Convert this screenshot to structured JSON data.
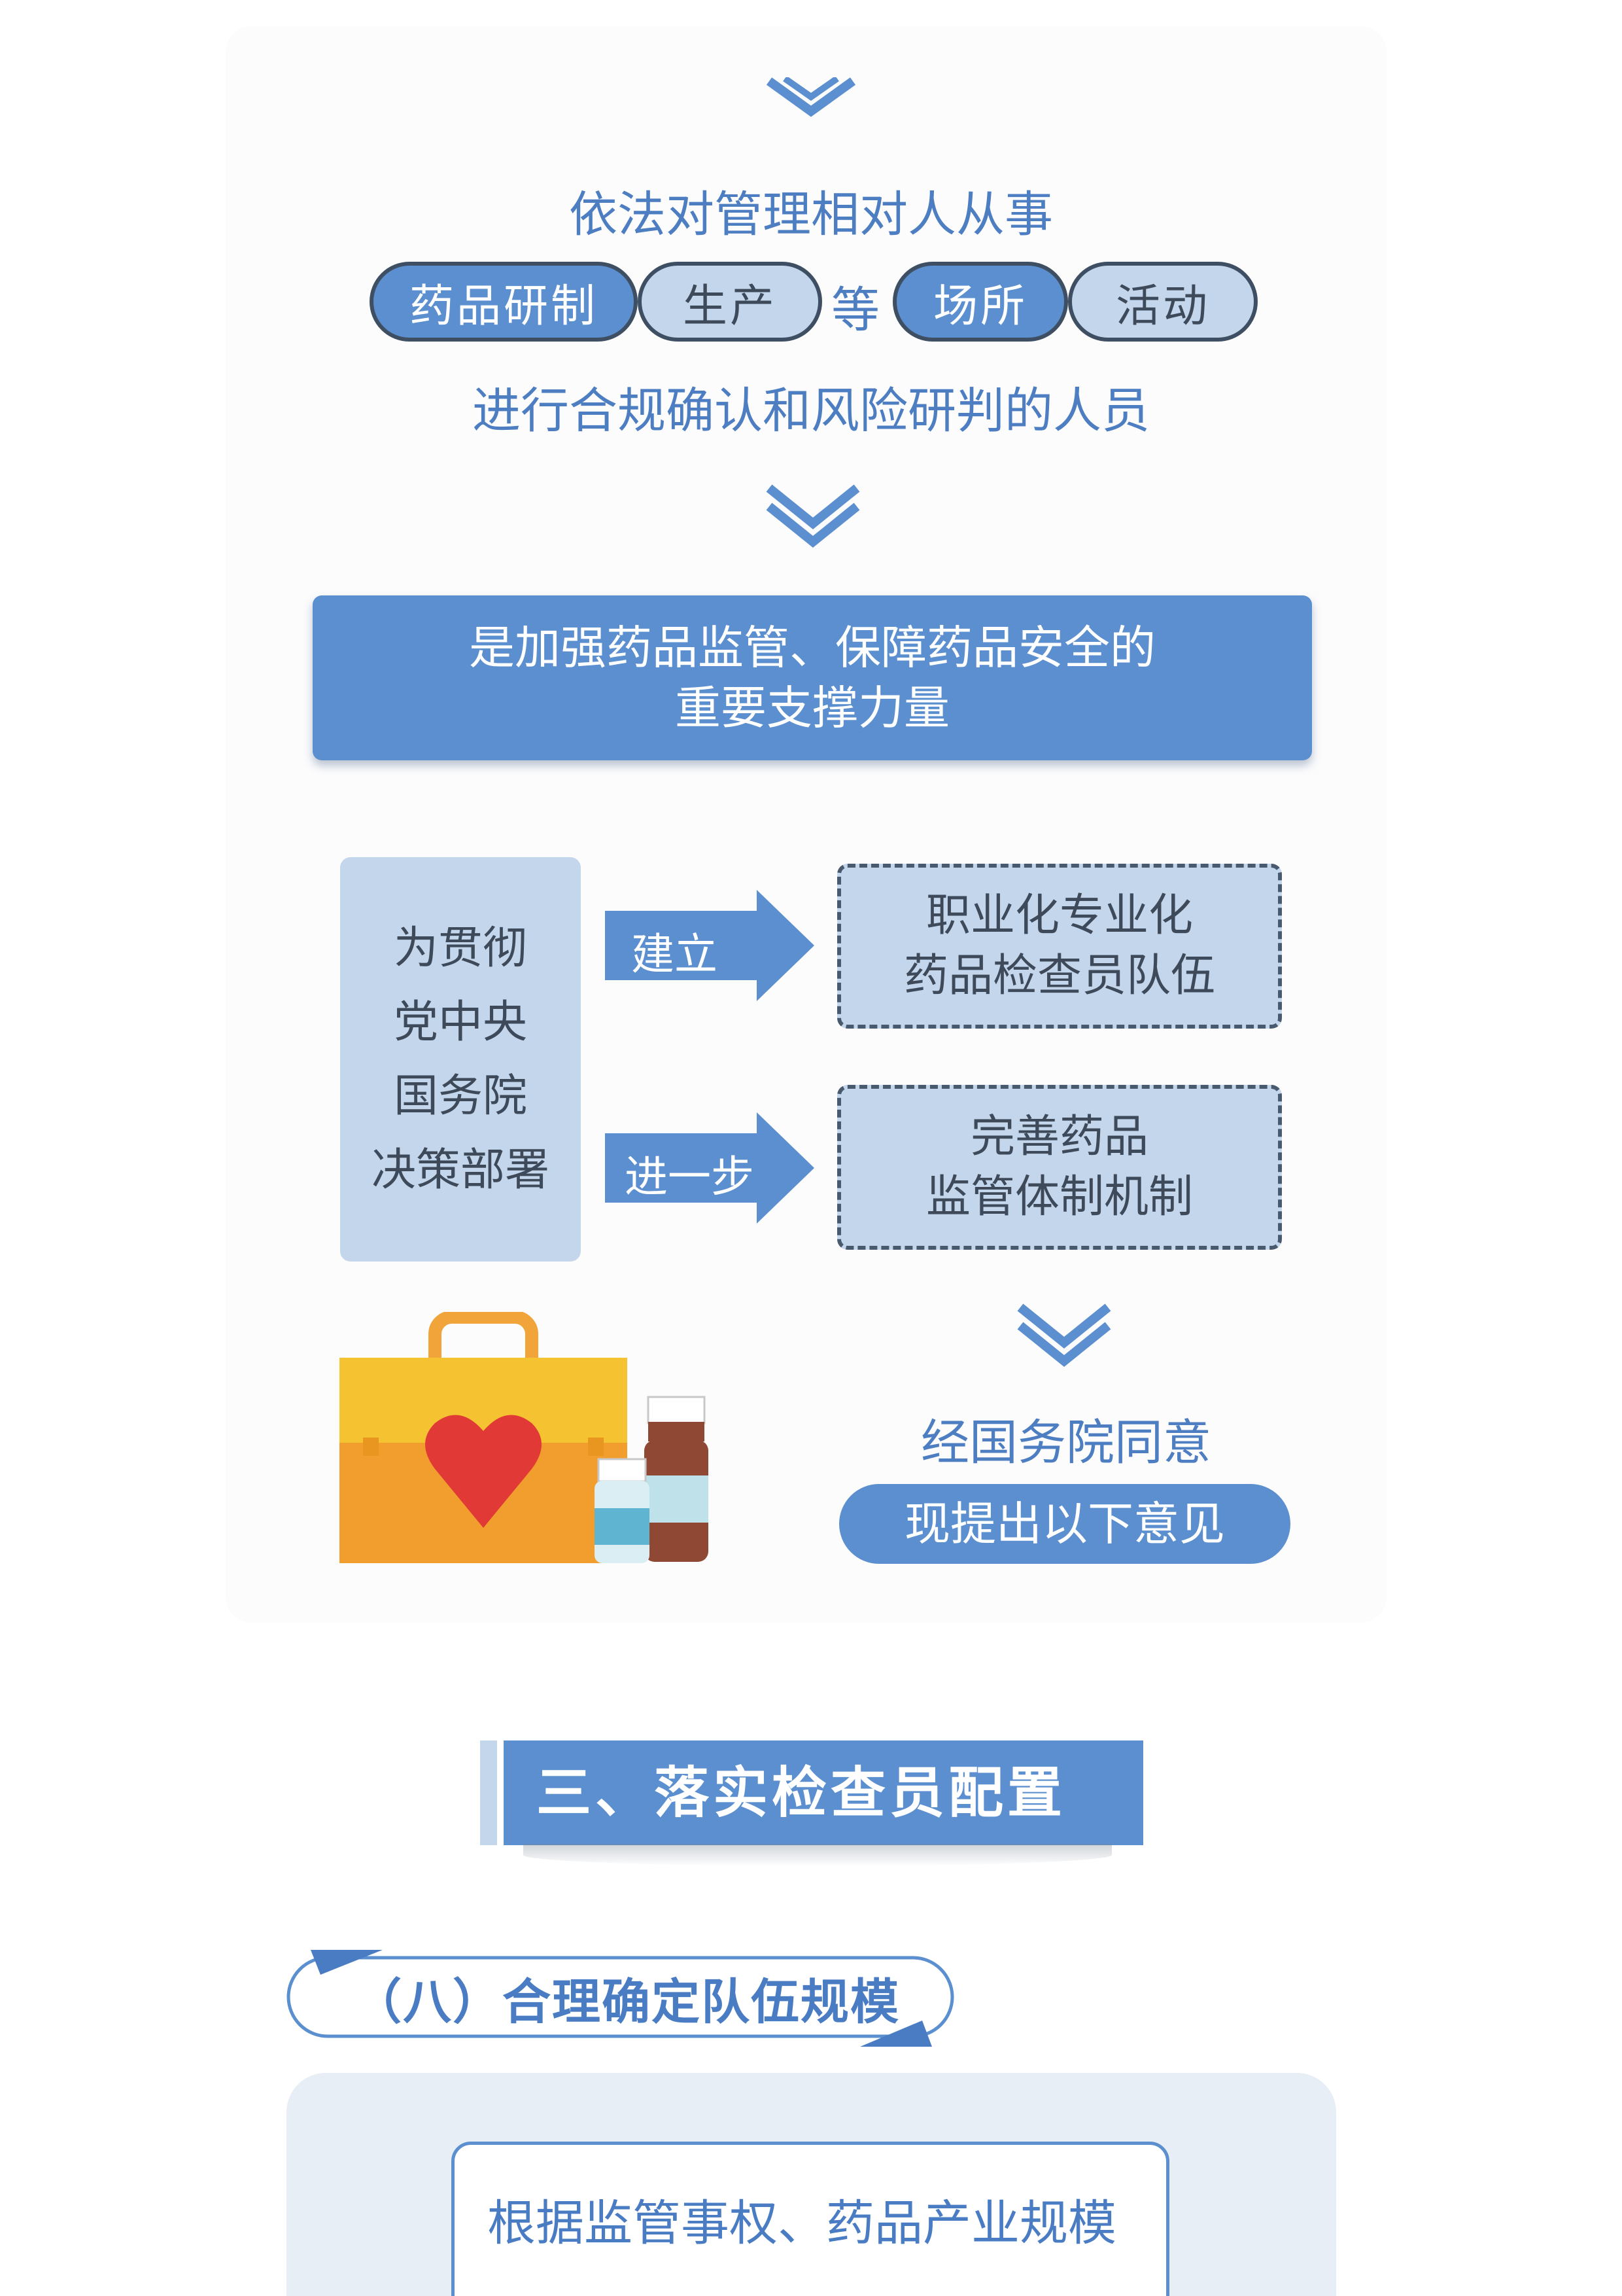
{
  "intro": {
    "line1": "依法对管理相对人从事",
    "tags": [
      "药品研制",
      "生产",
      "等",
      "场所",
      "活动"
    ],
    "line3": "进行合规确认和风险研判的人员"
  },
  "banner": {
    "line1": "是加强药品监管、保障药品安全的",
    "line2": "重要支撑力量"
  },
  "flow": {
    "left_lines": [
      "为贯彻",
      "党中央",
      "国务院",
      "决策部署"
    ],
    "arrow1": "建立",
    "arrow2": "进一步",
    "box1": [
      "职业化专业化",
      "药品检查员队伍"
    ],
    "box2": [
      "完善药品",
      "监管体制机制"
    ]
  },
  "approval": {
    "line": "经国务院同意",
    "pill": "现提出以下意见"
  },
  "section": {
    "title": "三、落实检查员配置",
    "subheading": "（八）合理确定队伍规模",
    "body_start": "根据监管事权、药品产业规模"
  },
  "colors": {
    "accent": "#5b8fcf",
    "light": "#c3d6ec",
    "text_blue": "#4d7ec2",
    "dark_text": "#3e4a5a"
  },
  "icons": [
    "double-chevron-down-icon",
    "medical-kit-icon",
    "heart-icon",
    "medicine-bottle-icon"
  ]
}
